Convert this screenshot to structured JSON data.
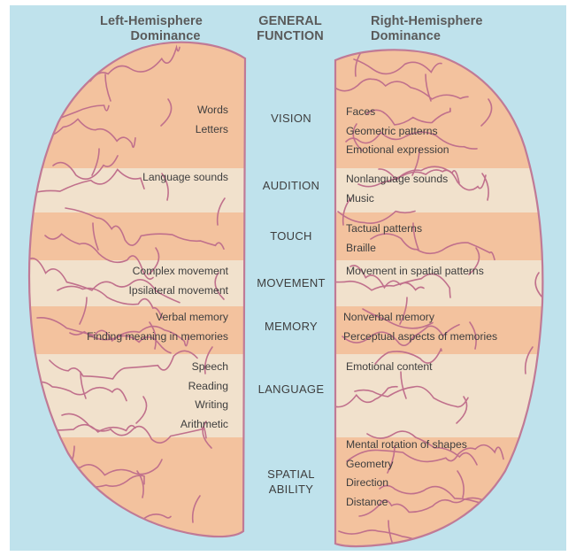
{
  "headers": {
    "left": [
      "Left-Hemisphere",
      "Dominance"
    ],
    "center": [
      "GENERAL",
      "FUNCTION"
    ],
    "right": [
      "Right-Hemisphere",
      "Dominance"
    ]
  },
  "rows": [
    {
      "function": [
        "VISION"
      ],
      "left": [
        "Words",
        "Letters"
      ],
      "right": [
        "Faces",
        "Geometric patterns",
        "Emotional expression"
      ],
      "shade": "pink"
    },
    {
      "function": [
        "AUDITION"
      ],
      "left": [
        "Language sounds"
      ],
      "right": [
        "Nonlanguage sounds",
        "Music"
      ],
      "shade": "light"
    },
    {
      "function": [
        "TOUCH"
      ],
      "left": [],
      "right": [
        "Tactual patterns",
        "Braille"
      ],
      "shade": "pink"
    },
    {
      "function": [
        "MOVEMENT"
      ],
      "left": [
        "Complex movement",
        "Ipsilateral movement"
      ],
      "right": [
        "Movement in spatial patterns"
      ],
      "shade": "light"
    },
    {
      "function": [
        "MEMORY"
      ],
      "left": [
        "Verbal memory",
        "Finding meaning in memories"
      ],
      "right": [
        "Nonverbal memory",
        "Perceptual aspects of memories"
      ],
      "shade": "pink"
    },
    {
      "function": [
        "LANGUAGE"
      ],
      "left": [
        "Speech",
        "Reading",
        "Writing",
        "Arithmetic"
      ],
      "right": [
        "Emotional content"
      ],
      "shade": "light"
    },
    {
      "function": [
        "SPATIAL",
        "ABILITY"
      ],
      "left": [],
      "right": [
        "Mental rotation of shapes",
        "Geometry",
        "Direction",
        "Distance"
      ],
      "shade": "pink"
    }
  ],
  "colors": {
    "background": "#bfe2ec",
    "pink_band": "#f3c29e",
    "light_band": "#f1e1cc",
    "sulci": "#c0708c",
    "outline": "#c07a96"
  }
}
